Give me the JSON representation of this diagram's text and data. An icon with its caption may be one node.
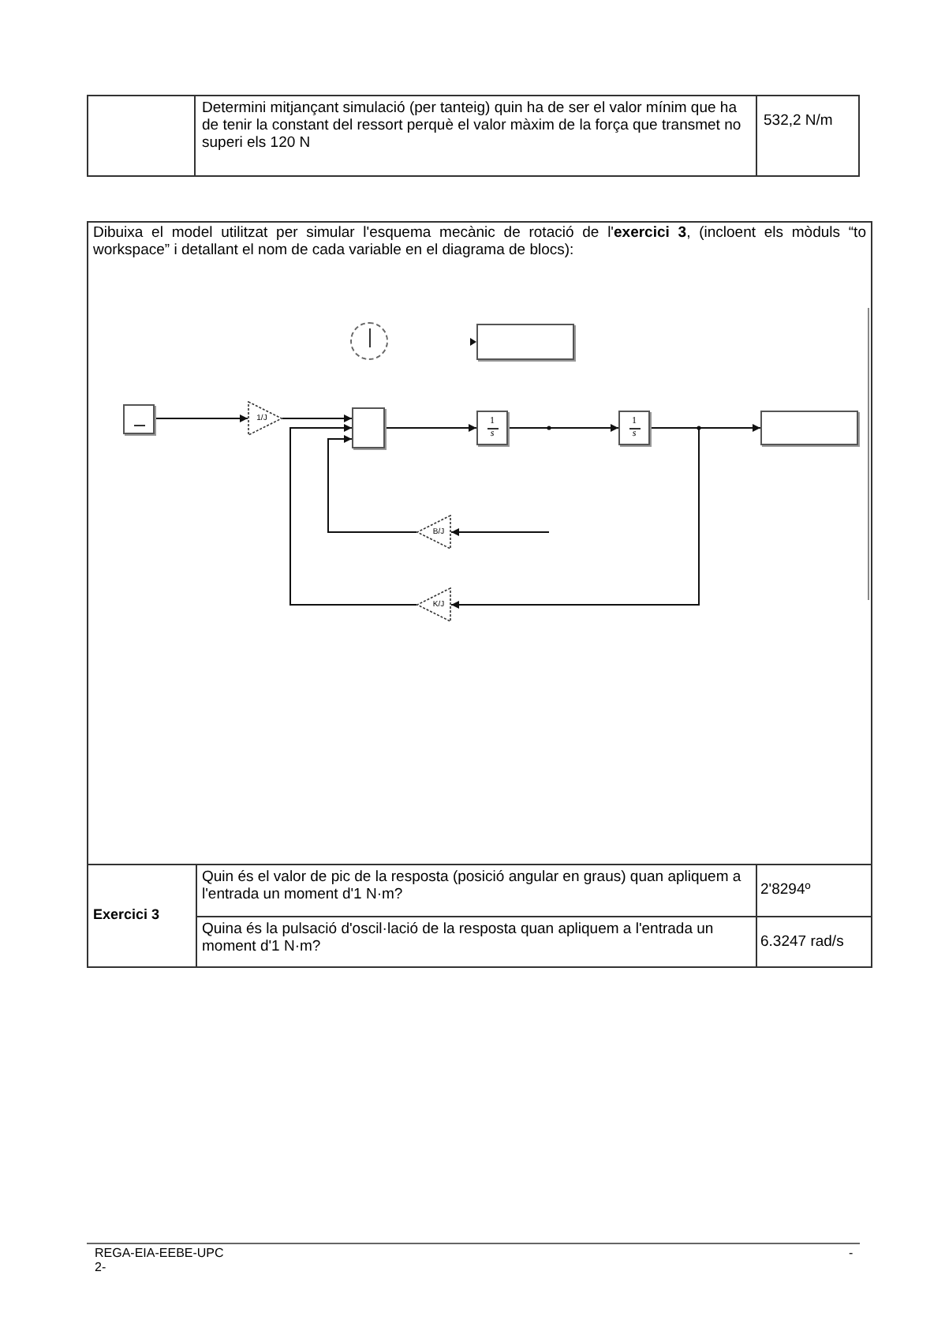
{
  "diagram": {
    "nodes": [
      {
        "text": [],
        "shape": "box"
      },
      {
        "text": [
          "1/J"
        ]
      },
      {
        "text": [],
        "shape": "box"
      },
      {
        "text": [
          "1",
          "s"
        ]
      },
      {
        "text": [
          "1",
          "s"
        ]
      },
      {
        "text": [],
        "shape": "box"
      },
      {
        "text": [],
        "shape": "circle"
      },
      {
        "text": [],
        "shape": "box"
      },
      {
        "text": [
          "B/J"
        ]
      },
      {
        "text": [
          "K/J"
        ]
      }
    ],
    "edges": [
      {
        "from": 0,
        "to": 1,
        "arrow": "to"
      },
      {
        "from": 1,
        "to": 2,
        "arrow": "to"
      },
      {
        "from": 2,
        "to": 3,
        "arrow": "to"
      },
      {
        "from": 3,
        "to": 4,
        "arrow": "to"
      },
      {
        "from": 4,
        "to": 5,
        "arrow": "to"
      },
      {
        "from": 4,
        "to": 9,
        "arrow": "to"
      },
      {
        "from": 9,
        "to": 2,
        "arrow": "to"
      },
      {
        "from": 8,
        "to": 2,
        "arrow": "to"
      },
      {
        "from": null,
        "to": 8,
        "arrow": "to"
      }
    ],
    "labels": [
      "Determini mitjançant simulació (per tanteig) quin ha de ser el valor mínim que ha de tenir la constant del ressort perquè el valor màxim de la força que transmet no superi els 120 N",
      "532,2 N/m",
      "Dibuixa el model utilitzat per simular l'esquema mecànic de rotació de l'**exercici 3**, (incloent els mòduls “to workspace” i detallant el nom de cada variable en el diagrama de blocs):",
      "Exercici 3",
      "Quin és el valor de pic de la resposta (posició angular en graus) quan apliquem a l'entrada un moment d'1 N·m?",
      "2'8294º",
      "Quina és la pulsació d'oscil·lació de la resposta quan apliquem a l'entrada un moment d'1 N·m?",
      "6.3247 rad/s",
      "REGA-EIA-EEBE-UPC",
      "-",
      "2-"
    ]
  }
}
